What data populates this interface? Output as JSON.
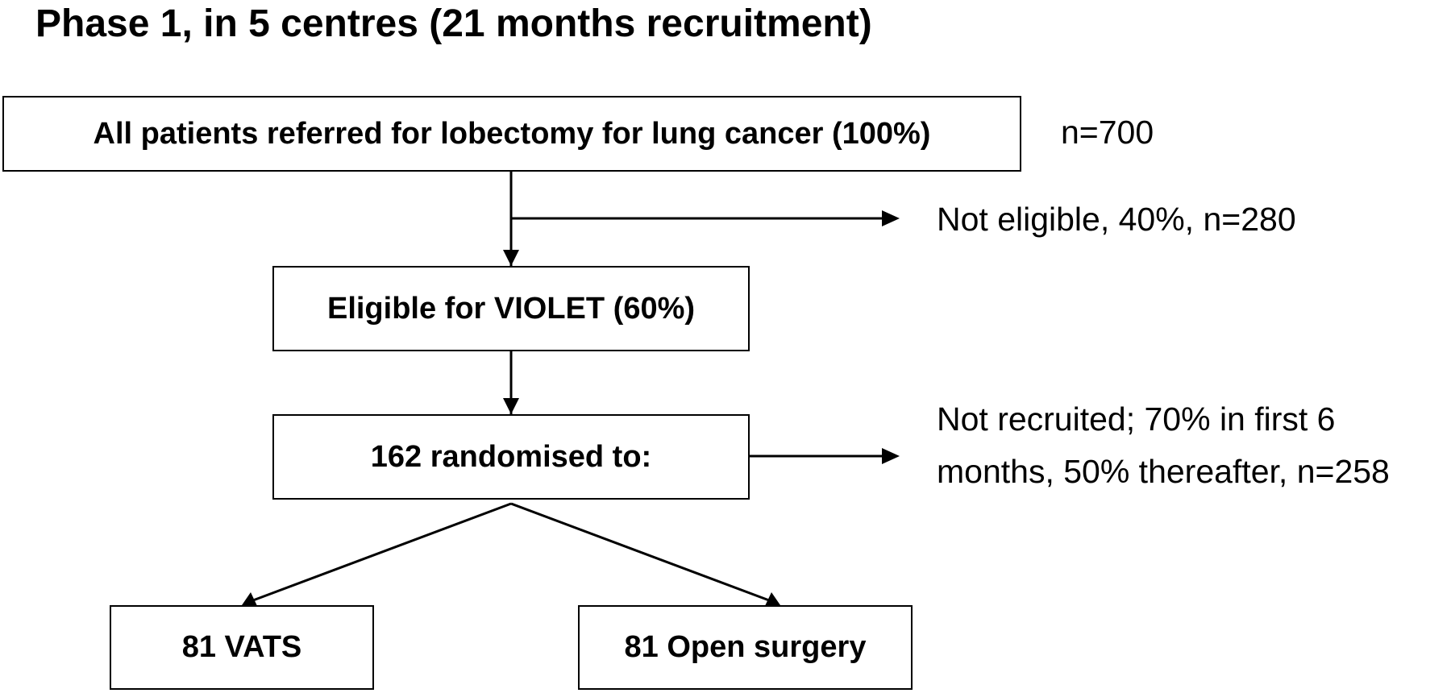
{
  "title": "Phase 1, in 5 centres (21 months recruitment)",
  "boxes": {
    "all_patients": "All patients referred for lobectomy for lung cancer (100%)",
    "eligible": "Eligible for VIOLET (60%)",
    "randomised": "162 randomised to:",
    "vats": "81 VATS",
    "open_surgery": "81 Open surgery"
  },
  "side_notes": {
    "total_n": "n=700",
    "not_eligible": "Not eligible, 40%, n=280",
    "not_recruited_line1": "Not recruited; 70% in first 6",
    "not_recruited_line2": "months, 50% thereafter, n=258"
  },
  "colors": {
    "line": "#000000",
    "box_border": "#000000",
    "background": "#ffffff"
  }
}
